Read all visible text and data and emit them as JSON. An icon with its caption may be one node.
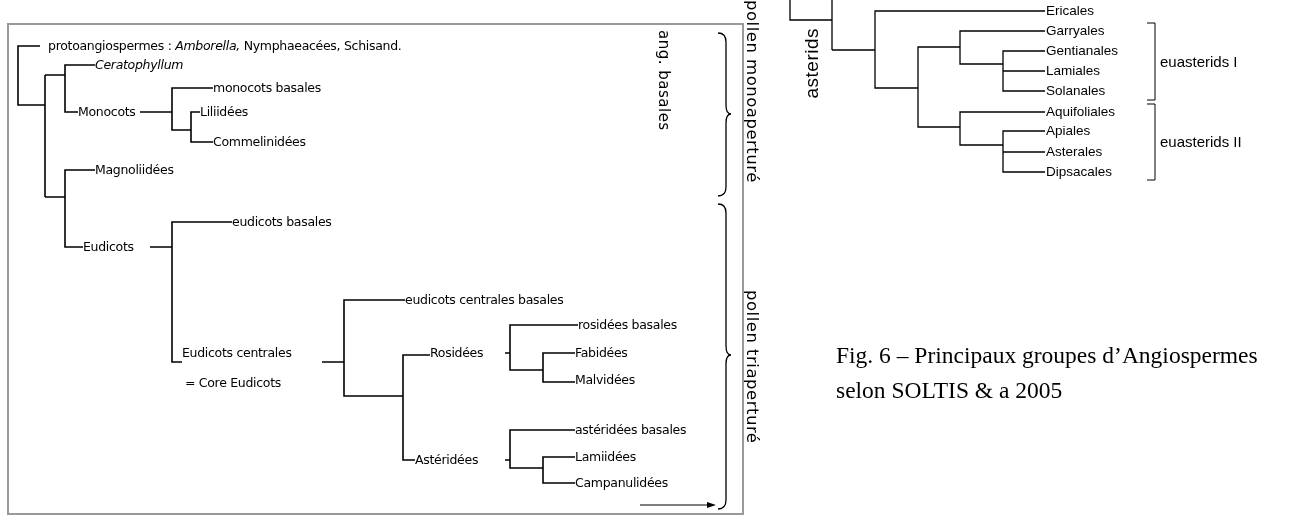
{
  "diagram": {
    "caption": "Fig. 6 – Principaux groupes d’Angiospermes selon SOLTIS & a 2005",
    "labels": [
      "protoangiospermes : *Amborella,* Nymphaeacées, Schisand.",
      "Ceratophyllum",
      "monocots basales",
      "Monocots",
      "Liliidées",
      "Commelinidées",
      "Magnoliidées",
      "eudicots basales",
      "Eudicots",
      "eudicots centrales basales",
      "Eudicots centrales",
      "= Core Eudicots",
      "rosidées basales",
      "Rosidées",
      "Fabidées",
      "Malvidées",
      "astéridées basales",
      "Astéridées",
      "Lamiidées",
      "Campanulidées",
      "ang. basales",
      "pollen monoaperturé",
      "pollen triaperturé",
      "asterids",
      "Ericales",
      "Garryales",
      "Gentianales",
      "Lamiales",
      "Solanales",
      "euasterids I",
      "Aquifoliales",
      "Apiales",
      "Asterales",
      "Dipsacales",
      "euasterids II"
    ]
  }
}
